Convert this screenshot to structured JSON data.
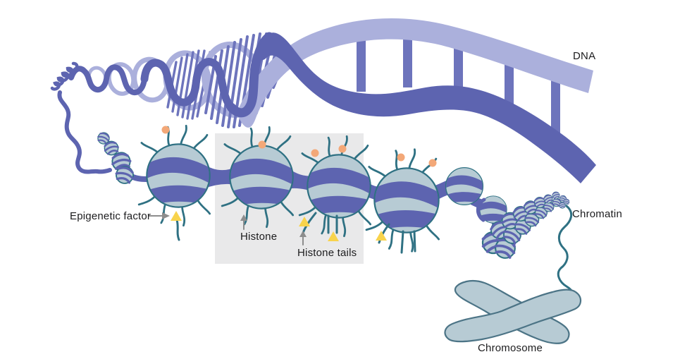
{
  "figure": {
    "description": "Diagram of DNA packaging: DNA double helix coiling around histones to form nucleosomes, condensing into chromatin and a chromosome, with epigenetic factors attached to histone tails."
  },
  "labels": {
    "dna": "DNA",
    "epigenetic_factor": "Epigenetic factor",
    "histone": "Histone",
    "histone_tails": "Histone tails",
    "chromatin": "Chromatin",
    "chromosome": "Chromosome"
  },
  "colors": {
    "dna_dark": "#5d64b0",
    "dna_light": "#abb0dc",
    "dna_rung": "#6d74bc",
    "histone_fill": "#b7cbd4",
    "histone_outline": "#2f7183",
    "tail": "#2f7183",
    "factor_orange": "#f3a878",
    "factor_yellow": "#f8d34c",
    "highlight_box": "#e9e9ea",
    "arrow": "#8d8d8d",
    "chromosome_outline": "#4c7486",
    "text": "#1c1c1e",
    "background": "#ffffff"
  }
}
